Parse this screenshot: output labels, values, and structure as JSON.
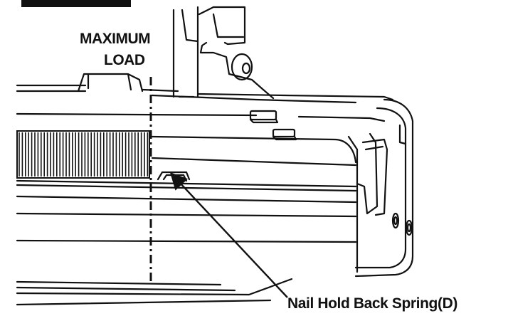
{
  "labels": {
    "max_load_line1": "MAXIMUM",
    "max_load_line2": "LOAD",
    "spring": "Nail Hold Back Spring(D)"
  },
  "colors": {
    "ink": "#111111",
    "fill": "#ffffff",
    "header_bar": "#111111"
  }
}
